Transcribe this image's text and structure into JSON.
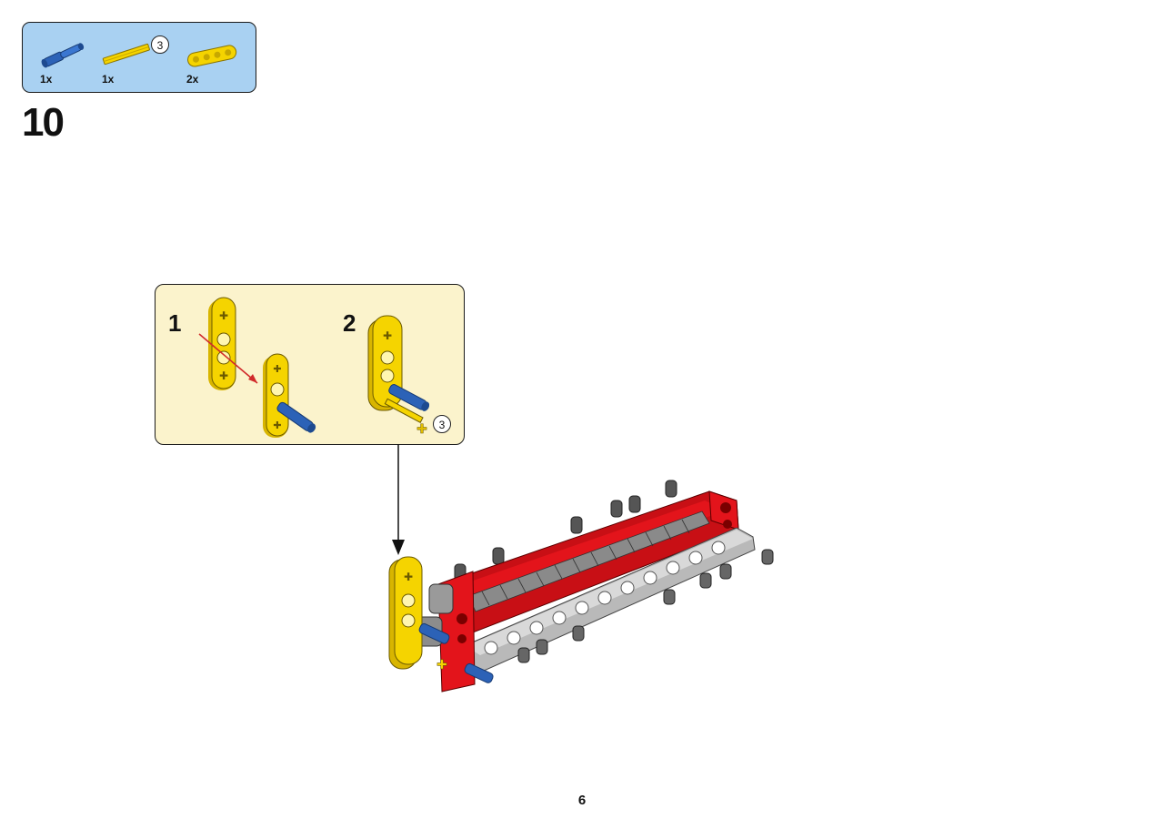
{
  "parts_list": {
    "items": [
      {
        "name": "blue-pin",
        "qty": "1x",
        "color": "#2c62b7"
      },
      {
        "name": "yellow-axle",
        "qty": "1x",
        "color": "#f5d400",
        "callout": "3"
      },
      {
        "name": "yellow-beam",
        "qty": "2x",
        "color": "#f5d400"
      }
    ]
  },
  "step": {
    "number": "10"
  },
  "sub_assembly": {
    "steps": [
      {
        "label": "1"
      },
      {
        "label": "2",
        "callout": "3"
      }
    ]
  },
  "colors": {
    "parts_bg": "#a9d1f2",
    "sub_bg": "#fbf3cc",
    "red": "#e3141b",
    "yellow": "#f5d400",
    "blue": "#2c62b7",
    "gray": "#b9b9b9"
  },
  "page": {
    "number": "6"
  }
}
